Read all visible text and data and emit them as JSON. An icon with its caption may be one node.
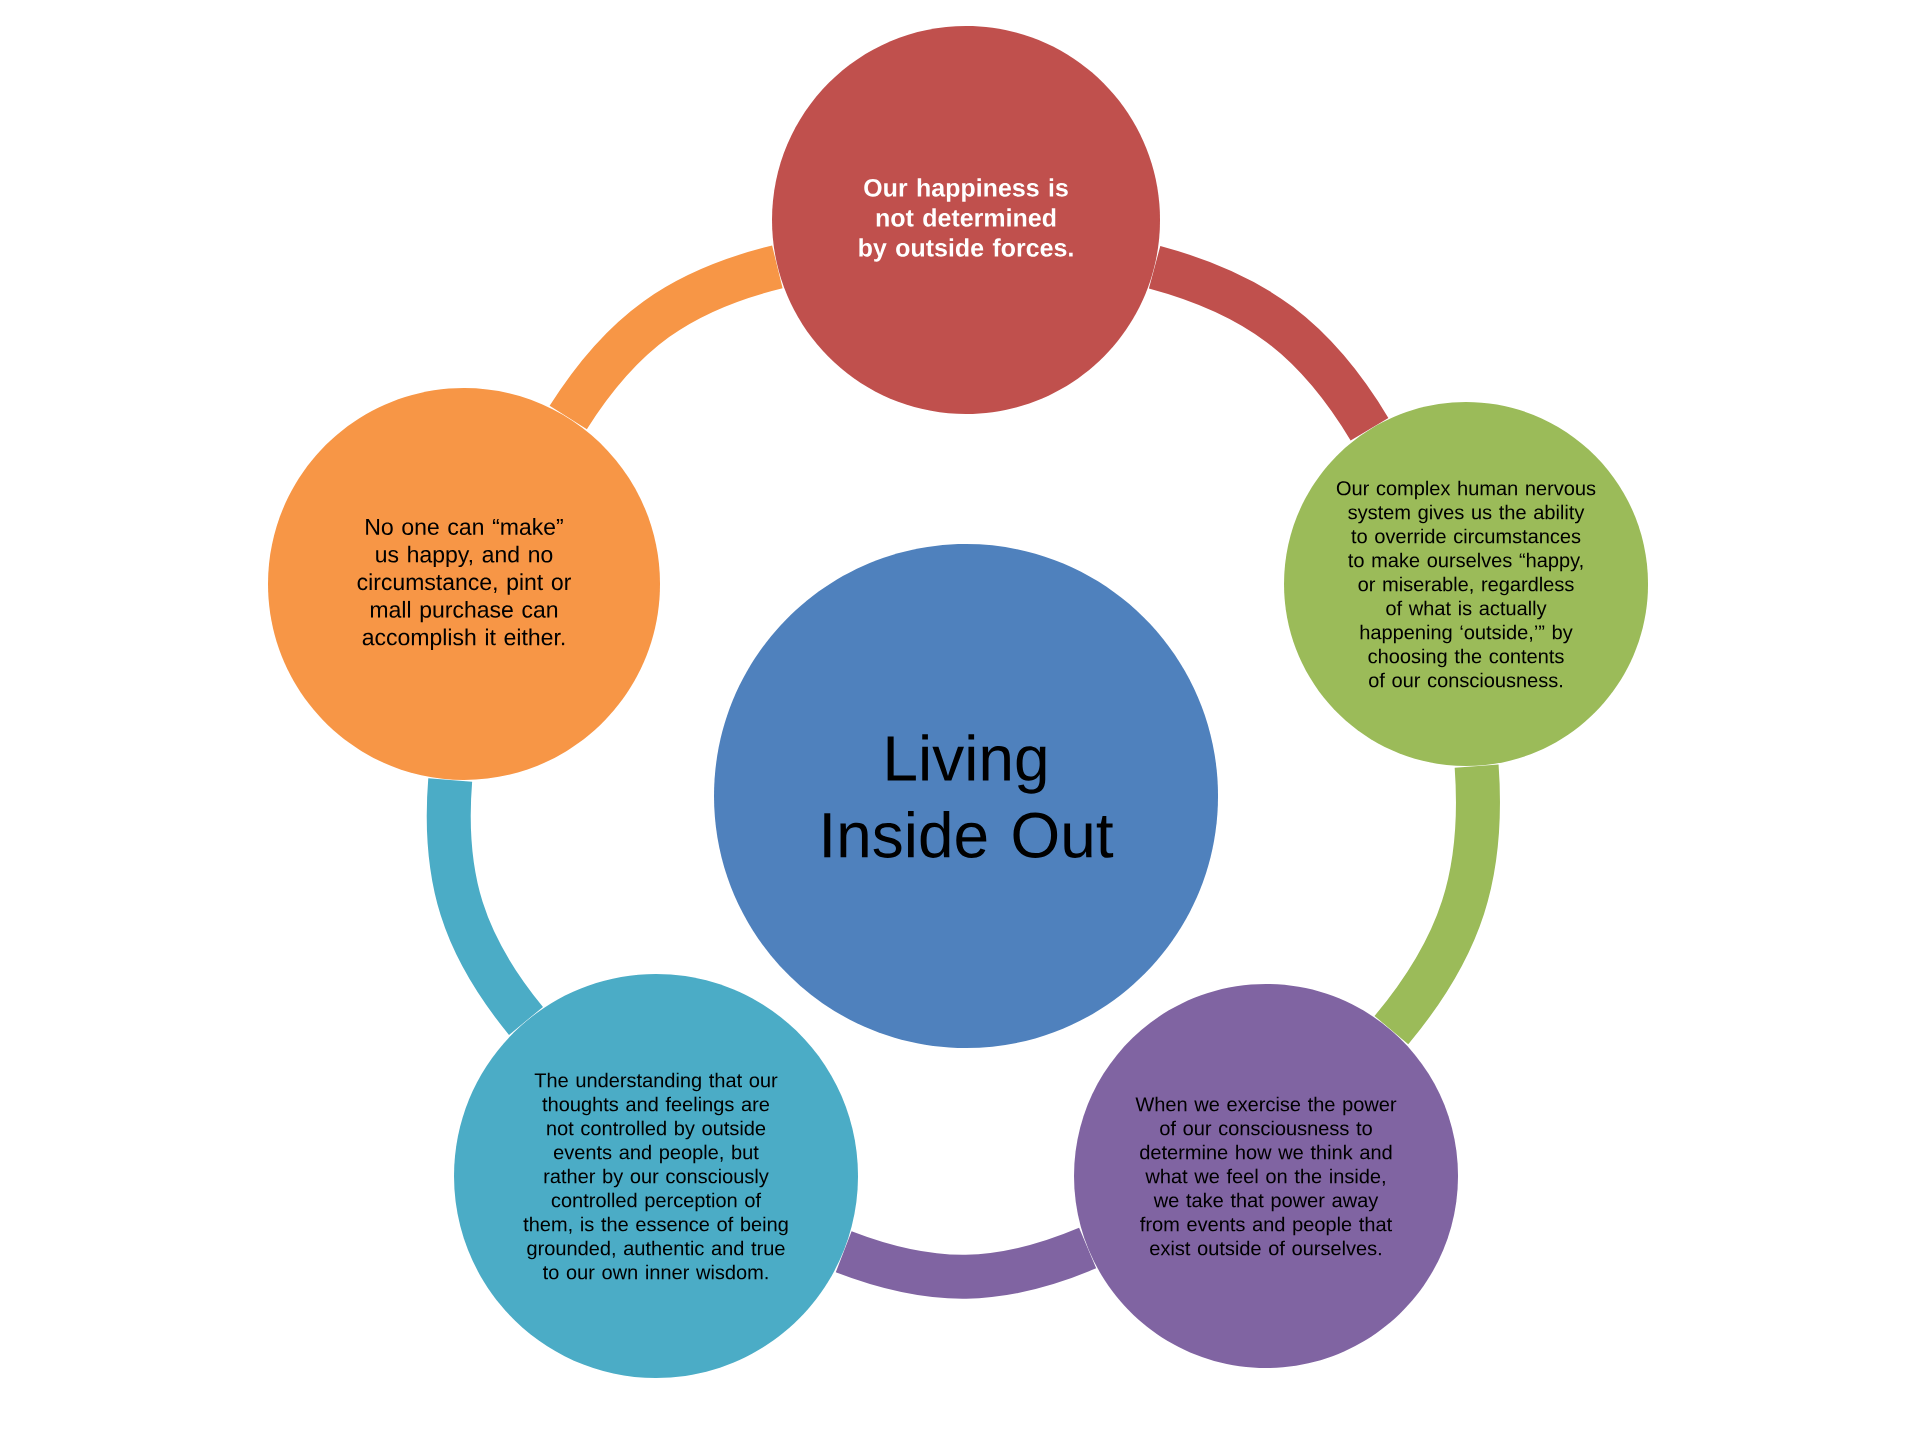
{
  "diagram": {
    "nodes": [
      {
        "text": [
          "Living Inside Out"
        ]
      },
      {
        "text": [
          "Our happiness is not determined by outside forces."
        ]
      },
      {
        "text": [
          "Our complex human nervous system gives us the ability to override circumstances to make ourselves “happy, or miserable, regardless of what is actually happening ‘outside,’” by choosing the contents of our consciousness."
        ]
      },
      {
        "text": [
          "When we exercise the power of our consciousness to determine how we think and what we feel on the inside, we take that power away from events and people that exist outside of ourselves."
        ]
      },
      {
        "text": [
          "The understanding that our thoughts and feelings are not controlled by outside events and people, but rather by our consciously controlled perception of them, is the essence of being grounded, authentic and true to our own inner wisdom."
        ]
      },
      {
        "text": [
          "No one can “make” us happy, and no circumstance, pint or mall purchase can accomplish it either."
        ]
      }
    ],
    "edges": [
      {
        "from": 1,
        "to": 2,
        "arrow": "none",
        "color": "#c0504d"
      },
      {
        "from": 2,
        "to": 3,
        "arrow": "none",
        "color": "#9bbb59"
      },
      {
        "from": 3,
        "to": 4,
        "arrow": "none",
        "color": "#8064a2"
      },
      {
        "from": 4,
        "to": 5,
        "arrow": "none",
        "color": "#4bacc6"
      },
      {
        "from": 5,
        "to": 1,
        "arrow": "none",
        "color": "#f79646"
      }
    ]
  }
}
